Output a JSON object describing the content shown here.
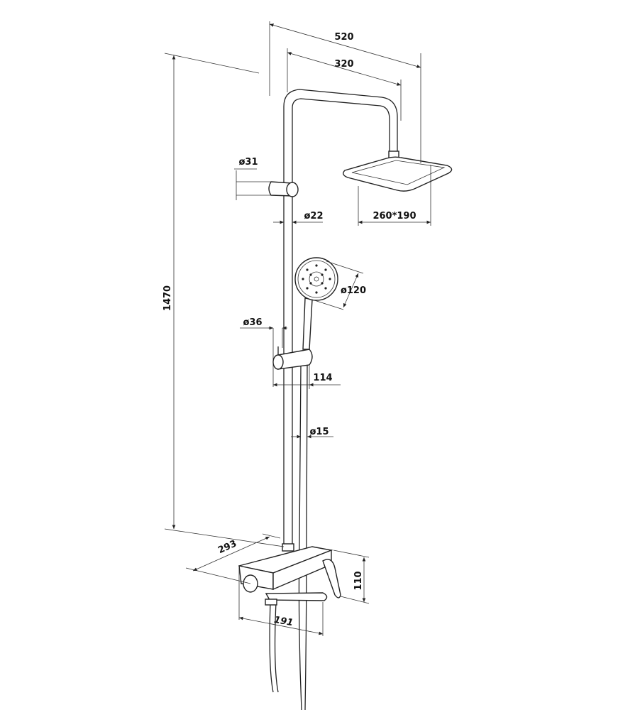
{
  "dimensions": {
    "total_width": "520",
    "arm_length": "320",
    "holder_diameter": "ø31",
    "rail_diameter": "ø22",
    "head_size": "260*190",
    "hand_shower_diameter": "ø120",
    "total_height": "1470",
    "slider_diameter": "ø36",
    "slider_depth": "114",
    "hose_diameter": "ø15",
    "mixer_depth": "293",
    "mixer_height": "110",
    "spout_length": "191"
  }
}
